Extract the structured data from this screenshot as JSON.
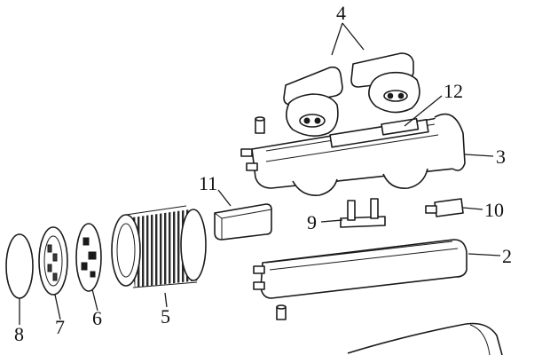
{
  "labels": {
    "l2": "2",
    "l3": "3",
    "l4": "4",
    "l5": "5",
    "l6": "6",
    "l7": "7",
    "l8": "8",
    "l9": "9",
    "l10": "10",
    "l11": "11",
    "l12": "12"
  }
}
